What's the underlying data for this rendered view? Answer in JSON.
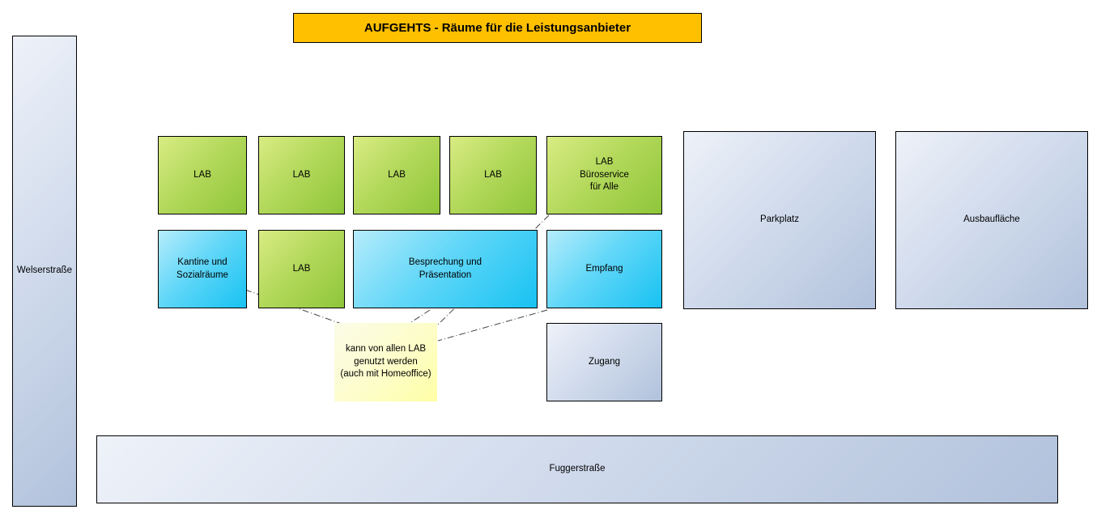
{
  "title": "AUFGEHTS - Räume für die Leistungsanbieter",
  "streets": {
    "welserstrasse": "Welserstraße",
    "fuggerstrasse": "Fuggerstraße"
  },
  "rooms": {
    "labs_row1": [
      "LAB",
      "LAB",
      "LAB",
      "LAB"
    ],
    "lab_bueroservice": "LAB\nBüroservice\nfür Alle",
    "kantine": "Kantine und\nSozialräume",
    "lab_row2": "LAB",
    "besprechung": "Besprechung und\nPräsentation",
    "empfang": "Empfang",
    "parkplatz": "Parkplatz",
    "ausbauflaeche": "Ausbaufläche",
    "zugang": "Zugang"
  },
  "note": "kann von allen LAB\ngenutzt werden\n(auch mit Homeoffice)",
  "colors": {
    "title_bg": "#FFC000",
    "lab_green": "#8FC63A",
    "room_cyan": "#18C2F2",
    "area_lightblue": "#B2C2DC",
    "note_yellow": "#FFFFA6",
    "connector_line": "#404040"
  }
}
